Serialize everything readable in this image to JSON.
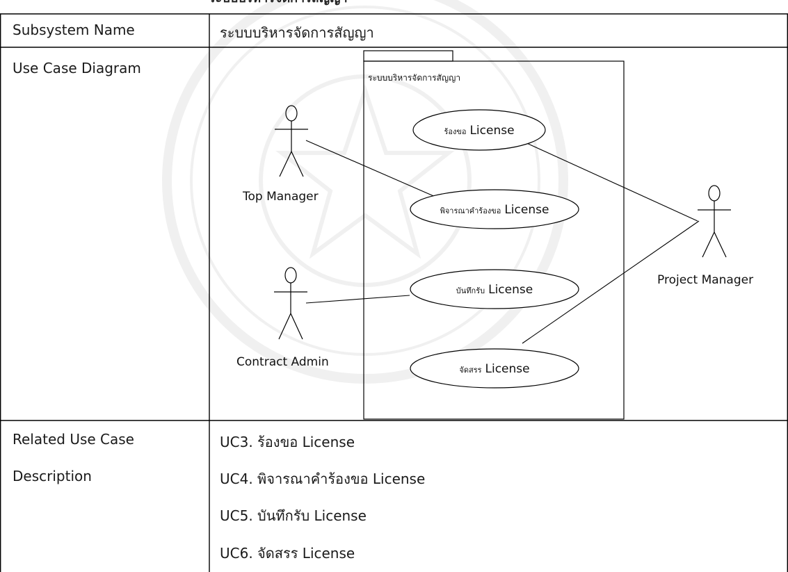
{
  "header_fragment": "ระบบบริหารจัดการสัญญา",
  "table": {
    "row1": {
      "label": "Subsystem Name",
      "value": "ระบบบริหารจัดการสัญญา"
    },
    "row2": {
      "label": "Use Case Diagram"
    },
    "row3": {
      "label_line1": "Related Use Case",
      "label_line2": "Description",
      "items": [
        "UC3. ร้องขอ License",
        "UC4. พิจารณาคำร้องขอ License",
        "UC5. บันทึกรับ License",
        "UC6. จัดสรร License"
      ]
    }
  },
  "diagram": {
    "system_boundary_label": "ระบบบริหารจัดการสัญญา",
    "actors": [
      {
        "id": "top-manager",
        "name": "Top Manager"
      },
      {
        "id": "contract-admin",
        "name": "Contract Admin"
      },
      {
        "id": "project-manager",
        "name": "Project Manager"
      }
    ],
    "use_cases": [
      {
        "id": "uc-request",
        "thai": "ร้องขอ",
        "en": "License"
      },
      {
        "id": "uc-consider",
        "thai": "พิจารณาคำร้องขอ",
        "en": "License"
      },
      {
        "id": "uc-record",
        "thai": "บันทึกรับ",
        "en": "License"
      },
      {
        "id": "uc-allocate",
        "thai": "จัดสรร",
        "en": "License"
      }
    ]
  },
  "colors": {
    "line": "#000000",
    "text": "#111111",
    "watermark": "#9a9a9a"
  }
}
